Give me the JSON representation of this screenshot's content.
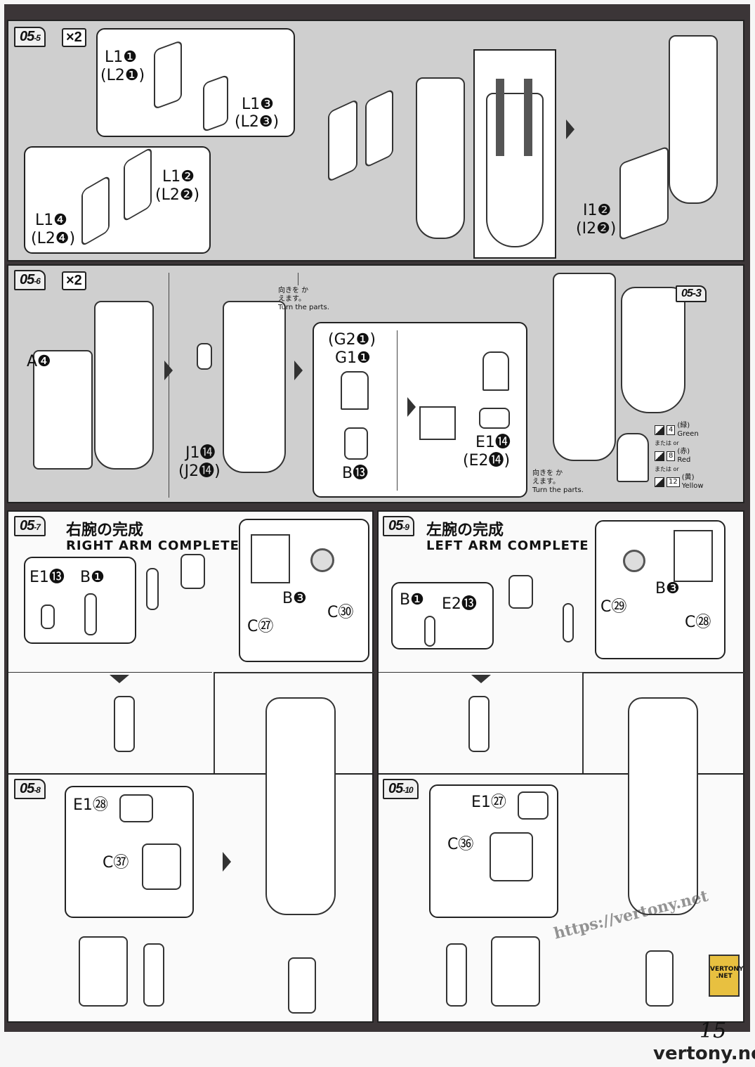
{
  "steps": {
    "s05_5": {
      "num": "05",
      "sub": "-5",
      "multiplier": "×2",
      "labels": [
        "L1❶",
        "(L2❶)",
        "L1❸",
        "(L2❸)",
        "L1❷",
        "(L2❷)",
        "L1❹",
        "(L2❹)",
        "I1❷",
        "(I2❷)"
      ]
    },
    "s05_6": {
      "num": "05",
      "sub": "-6",
      "multiplier": "×2",
      "labels": [
        "A❹",
        "J1⓮",
        "(J2⓮)",
        "(G2❶)",
        "G1❶",
        "B⓭",
        "E1⓮",
        "(E2⓮)"
      ],
      "turn_note_jp": "向きを かえます。",
      "turn_note_en": "Turn the parts.",
      "ref_step": "05-3",
      "stickers": [
        {
          "no": "4",
          "jp": "(緑)",
          "en": "Green"
        },
        {
          "no": "8",
          "jp": "(赤)",
          "en": "Red"
        },
        {
          "no": "12",
          "jp": "(黄)",
          "en": "Yellow"
        }
      ],
      "or_text": "または or"
    },
    "s05_7": {
      "num": "05",
      "sub": "-7",
      "title_jp": "右腕の完成",
      "title_en": "RIGHT ARM COMPLETE",
      "labels": [
        "E1⓭",
        "B❶",
        "B❸",
        "C㉗",
        "C㉚"
      ]
    },
    "s05_9": {
      "num": "05",
      "sub": "-9",
      "title_jp": "左腕の完成",
      "title_en": "LEFT ARM COMPLETE",
      "labels": [
        "B❶",
        "E2⓭",
        "C㉙",
        "B❸",
        "C㉘"
      ]
    },
    "s05_8": {
      "num": "05",
      "sub": "-8",
      "labels": [
        "E1㉘",
        "C㊲"
      ]
    },
    "s05_10": {
      "num": "05",
      "sub": "-10",
      "labels": [
        "E1㉗",
        "C㊱"
      ]
    }
  },
  "page_number": "15",
  "watermark": {
    "url": "https://vertony.net",
    "site": "vertony.net",
    "badge": "VERTONY .NET"
  }
}
